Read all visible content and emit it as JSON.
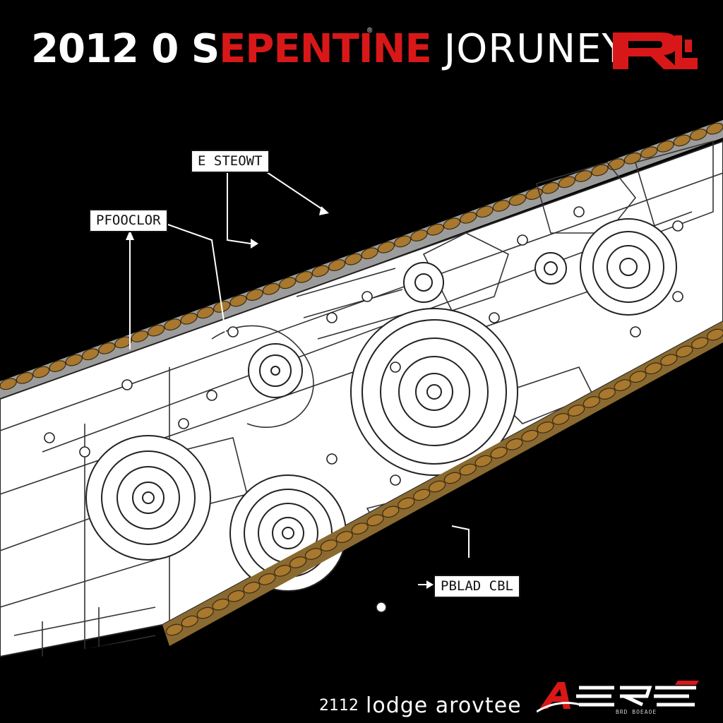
{
  "title": {
    "part1": "2012 0 S",
    "part2": "EPENTINE",
    "part3": "JORUNEY",
    "trademark": "®"
  },
  "brand_logo": {
    "icon": "r-logo-icon",
    "color": "#d81818"
  },
  "callouts": {
    "esteowt": "E STEOWT",
    "pfooclor": "PFOOCLOR",
    "pblad_cbl": "PBLAD CBL"
  },
  "footer": {
    "number": "2112",
    "text": "lodge arovtee",
    "logo_icon": "aisrc-logo-icon",
    "logo_subtext": "BRD BOEAOE"
  },
  "colors": {
    "background": "#000000",
    "accent": "#d81818",
    "belt": "#a8782e",
    "drawing": "#ffffff"
  }
}
